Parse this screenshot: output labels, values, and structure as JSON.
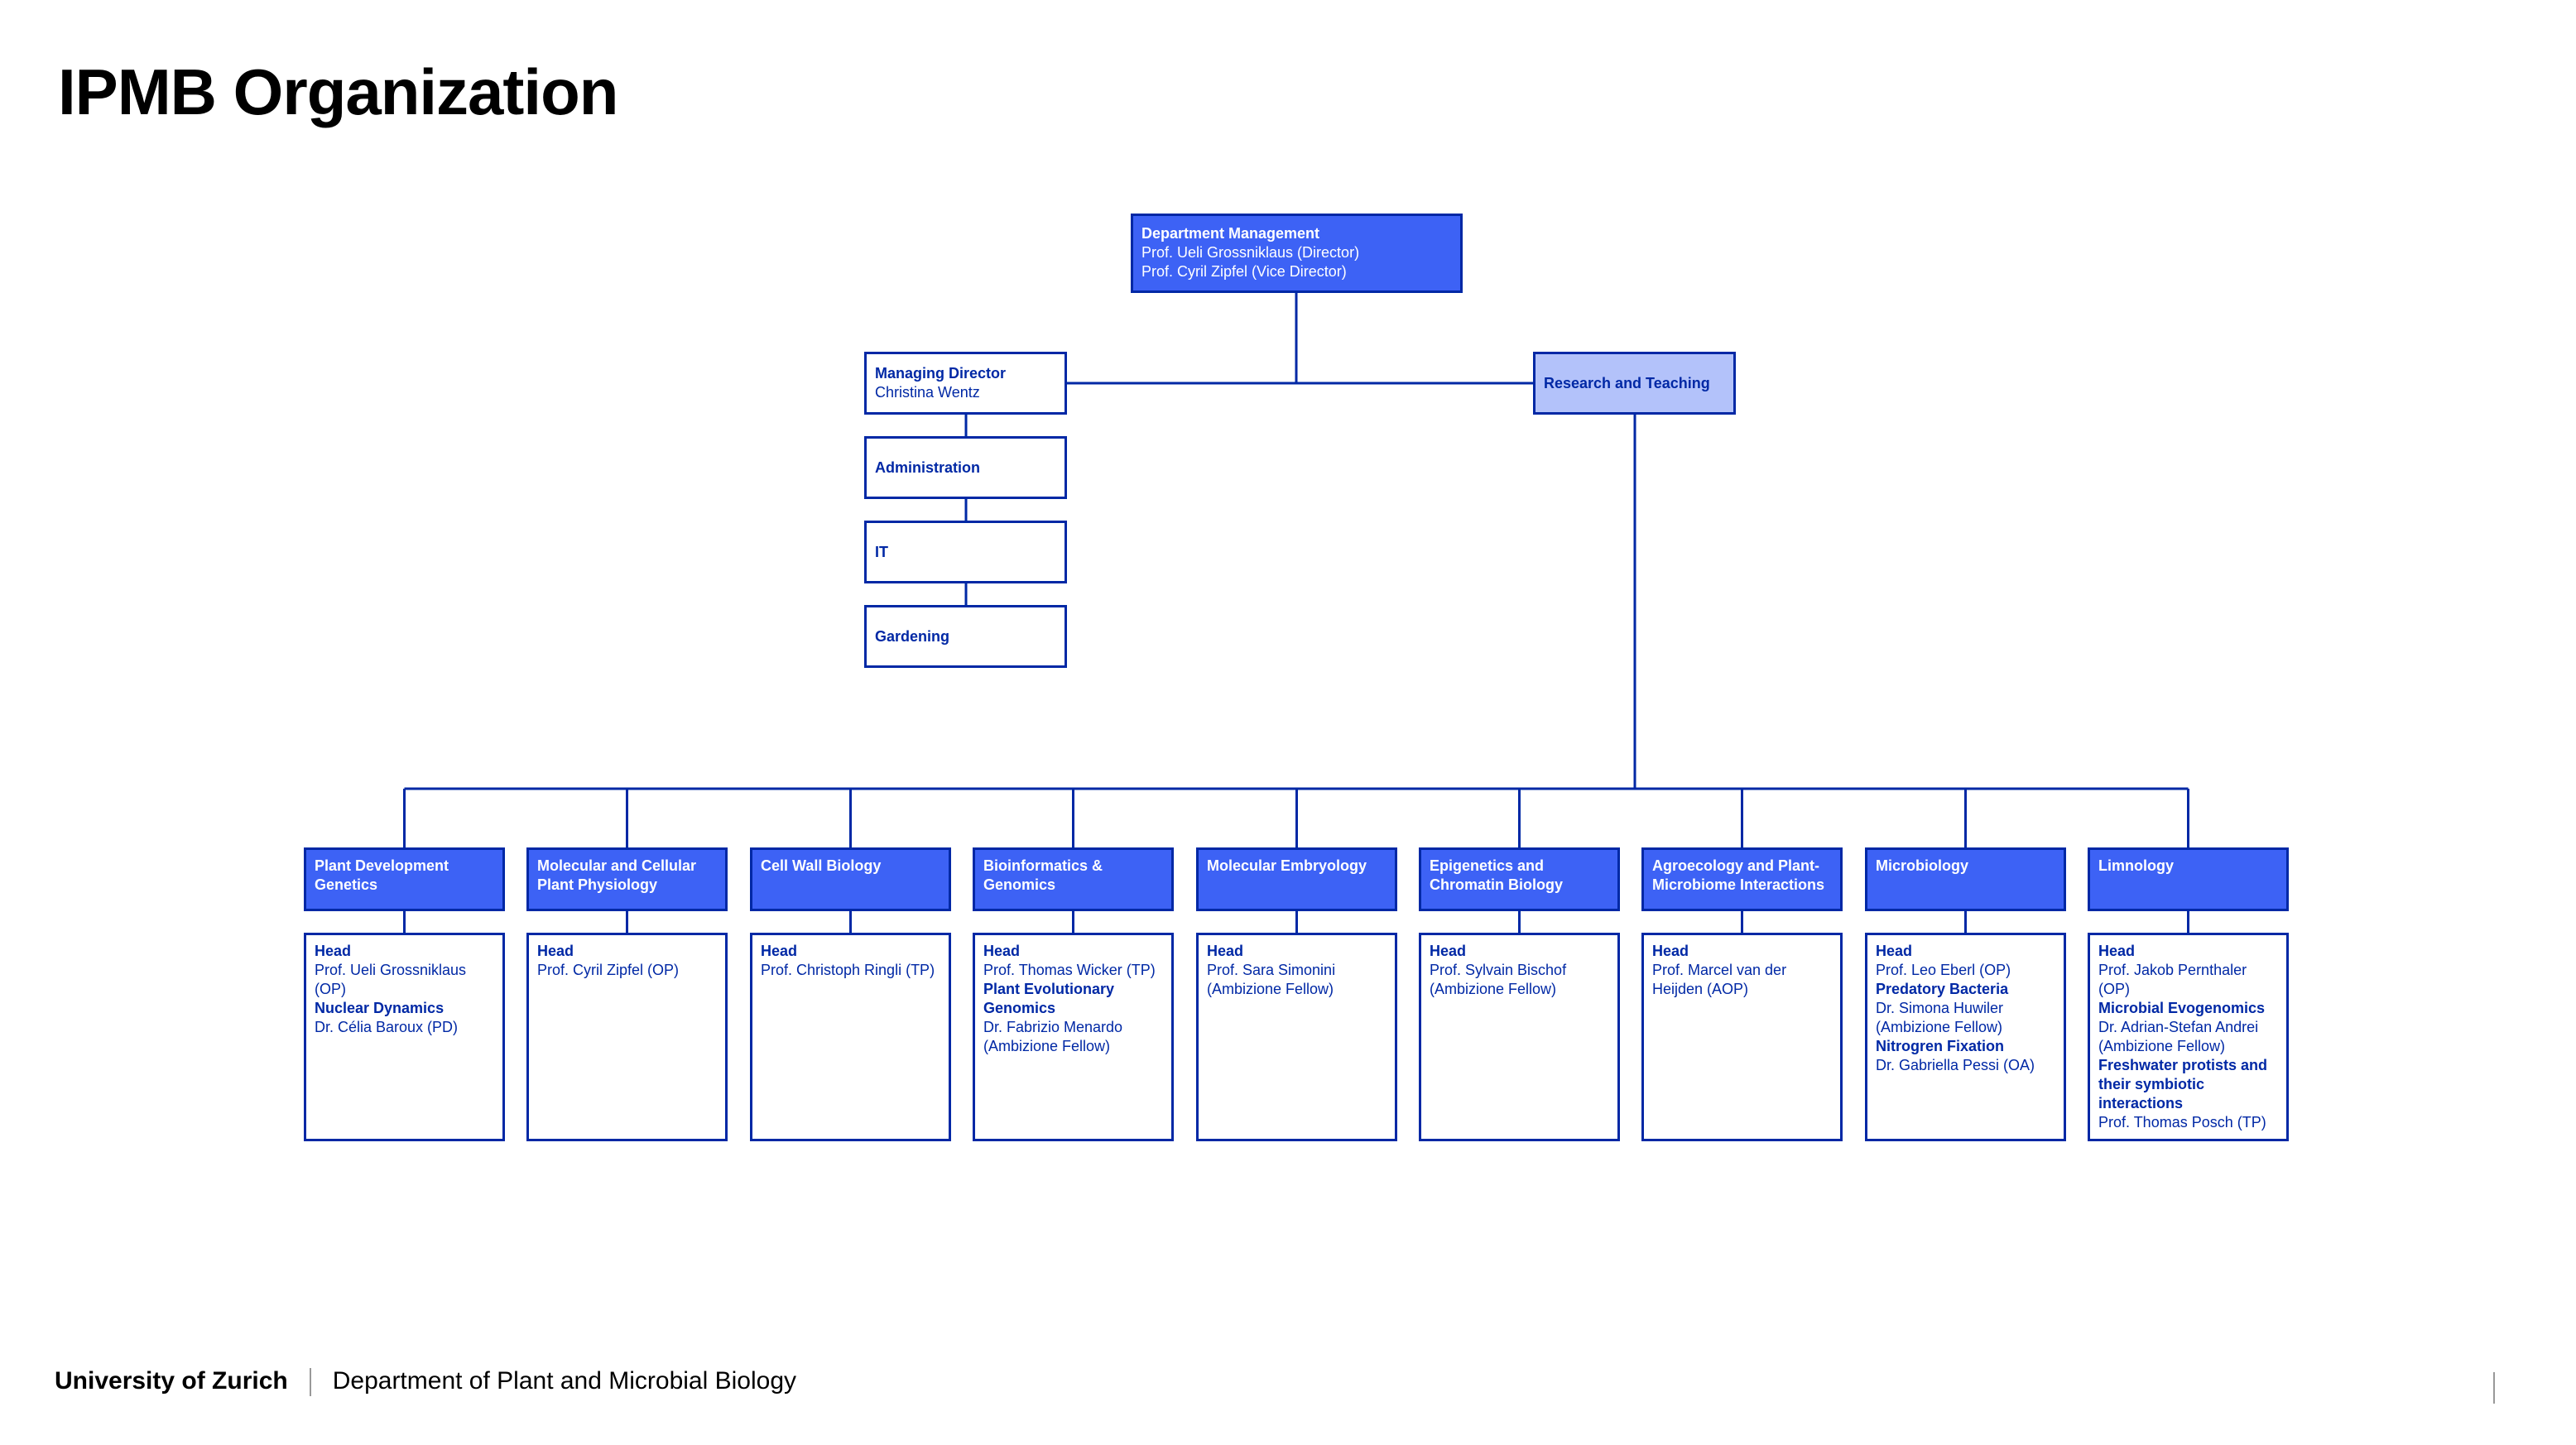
{
  "title": "IPMB Organization",
  "footer": {
    "university": "University of Zurich",
    "department": "Department of Plant and Microbial Biology"
  },
  "colors": {
    "line": "#0028a5",
    "fill": "#3d62f5",
    "light_fill": "#b3c2fa",
    "text": "#0028a5"
  },
  "management": {
    "title": "Department Management",
    "lines": [
      "Prof. Ueli Grossniklaus (Director)",
      "Prof. Cyril Zipfel (Vice Director)"
    ]
  },
  "managing_director": {
    "title": "Managing Director",
    "name": "Christina Wentz"
  },
  "admin_units": [
    "Administration",
    "IT",
    "Gardening"
  ],
  "research": {
    "title": "Research and Teaching"
  },
  "groups": [
    {
      "name": "Plant Development Genetics",
      "details": [
        {
          "text": "Head",
          "bold": true
        },
        {
          "text": "Prof. Ueli Grossniklaus (OP)",
          "bold": false
        },
        {
          "text": "Nuclear Dynamics",
          "bold": true
        },
        {
          "text": "Dr. Célia Baroux (PD)",
          "bold": false
        }
      ]
    },
    {
      "name": "Molecular and Cellular Plant Physiology",
      "details": [
        {
          "text": "Head",
          "bold": true
        },
        {
          "text": "Prof. Cyril Zipfel (OP)",
          "bold": false
        }
      ]
    },
    {
      "name": "Cell Wall Biology",
      "details": [
        {
          "text": "Head",
          "bold": true
        },
        {
          "text": "Prof. Christoph Ringli (TP)",
          "bold": false
        }
      ]
    },
    {
      "name": "Bioinformatics & Genomics",
      "details": [
        {
          "text": "Head",
          "bold": true
        },
        {
          "text": "Prof. Thomas Wicker (TP)",
          "bold": false
        },
        {
          "text": "Plant Evolutionary Genomics",
          "bold": true
        },
        {
          "text": "Dr. Fabrizio Menardo (Ambizione Fellow)",
          "bold": false
        }
      ]
    },
    {
      "name": "Molecular Embryology",
      "details": [
        {
          "text": "Head",
          "bold": true
        },
        {
          "text": "Prof. Sara Simonini (Ambizione Fellow)",
          "bold": false
        }
      ]
    },
    {
      "name": "Epigenetics and Chromatin Biology",
      "details": [
        {
          "text": "Head",
          "bold": true
        },
        {
          "text": "Prof. Sylvain Bischof (Ambizione Fellow)",
          "bold": false
        }
      ]
    },
    {
      "name": "Agroecology and Plant-Microbiome Interactions",
      "details": [
        {
          "text": "Head",
          "bold": true
        },
        {
          "text": "Prof. Marcel van der Heijden (AOP)",
          "bold": false
        }
      ]
    },
    {
      "name": "Microbiology",
      "details": [
        {
          "text": "Head",
          "bold": true
        },
        {
          "text": "Prof. Leo Eberl (OP)",
          "bold": false
        },
        {
          "text": "Predatory Bacteria",
          "bold": true
        },
        {
          "text": "Dr. Simona Huwiler (Ambizione Fellow)",
          "bold": false
        },
        {
          "text": "Nitrogren Fixation",
          "bold": true
        },
        {
          "text": "Dr. Gabriella Pessi (OA)",
          "bold": false
        }
      ]
    },
    {
      "name": "Limnology",
      "details": [
        {
          "text": "Head",
          "bold": true
        },
        {
          "text": "Prof. Jakob Pernthaler (OP)",
          "bold": false
        },
        {
          "text": "Microbial Evogenomics",
          "bold": true
        },
        {
          "text": "Dr. Adrian-Stefan Andrei (Ambizione Fellow)",
          "bold": false
        },
        {
          "text": "Freshwater protists and their symbiotic interactions",
          "bold": true
        },
        {
          "text": "Prof. Thomas Posch (TP)",
          "bold": false
        }
      ]
    }
  ]
}
